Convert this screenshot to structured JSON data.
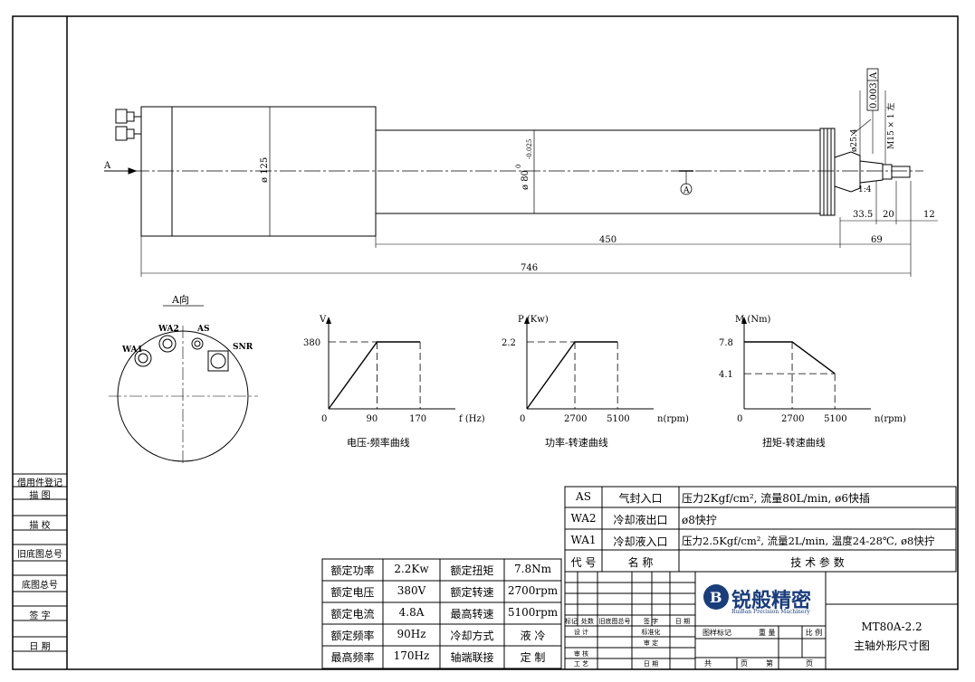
{
  "left_strip": {
    "items": [
      "借用件登记",
      "描 图",
      "描 校",
      "旧底图总号",
      "底图总号",
      "签 字",
      "日 期"
    ]
  },
  "drawing": {
    "view_arrow": "A",
    "dim_body_dia": "ø 125",
    "dim_tube_dia": "ø 80",
    "dim_tube_tol_top": "0",
    "dim_tube_tol_bot": "-0.025",
    "datum": "A",
    "dim_450": "450",
    "dim_746": "746",
    "dim_69": "69",
    "dim_33_5": "33.5",
    "dim_20": "20",
    "dim_12": "12",
    "dim_taper": "1:4",
    "dim_nose_dia": "ø25.4",
    "thread": "M15 × 1 左",
    "tolerance_value": "0.003",
    "tolerance_datum": "A"
  },
  "end_view": {
    "title": "A向",
    "labels": [
      "WA1",
      "WA2",
      "AS",
      "SNR"
    ]
  },
  "charts": [
    {
      "ylabel": "V",
      "xlabel": "f (Hz)",
      "yticks": [
        "380"
      ],
      "xticks": [
        "0",
        "90",
        "170"
      ],
      "caption": "电压-频率曲线"
    },
    {
      "ylabel": "P (Kw)",
      "xlabel": "n(rpm)",
      "yticks": [
        "2.2"
      ],
      "xticks": [
        "0",
        "2700",
        "5100"
      ],
      "caption": "功率-转速曲线"
    },
    {
      "ylabel": "M (Nm)",
      "xlabel": "n(rpm)",
      "yticks": [
        "7.8",
        "4.1"
      ],
      "xticks": [
        "0",
        "2700",
        "5100"
      ],
      "caption": "扭矩-转速曲线"
    }
  ],
  "chart_data": [
    {
      "type": "line",
      "x": [
        0,
        90,
        170
      ],
      "y": [
        0,
        380,
        380
      ],
      "xlabel": "f (Hz)",
      "ylabel": "V"
    },
    {
      "type": "line",
      "x": [
        0,
        2700,
        5100
      ],
      "y": [
        0,
        2.2,
        2.2
      ],
      "xlabel": "n(rpm)",
      "ylabel": "P (Kw)"
    },
    {
      "type": "line",
      "x": [
        0,
        2700,
        5100
      ],
      "y": [
        7.8,
        7.8,
        4.1
      ],
      "xlabel": "n(rpm)",
      "ylabel": "M (Nm)"
    }
  ],
  "spec_table": {
    "rows": [
      [
        "额定功率",
        "2.2Kw",
        "额定扭矩",
        "7.8Nm"
      ],
      [
        "额定电压",
        "380V",
        "额定转速",
        "2700rpm"
      ],
      [
        "额定电流",
        "4.8A",
        "最高转速",
        "5100rpm"
      ],
      [
        "额定频率",
        "90Hz",
        "冷却方式",
        "液 冷"
      ],
      [
        "最高频率",
        "170Hz",
        "轴端联接",
        "定 制"
      ]
    ]
  },
  "ports_table": {
    "rows": [
      [
        "AS",
        "气封入口",
        "压力2Kgf/cm², 流量80L/min, ø6快插"
      ],
      [
        "WA2",
        "冷却液出口",
        "ø8快拧"
      ],
      [
        "WA1",
        "冷却液入口",
        "压力2.5Kgf/cm², 流量2L/min, 温度24-28℃, ø8快拧"
      ]
    ],
    "header": [
      "代 号",
      "名 称",
      "技 术 参 数"
    ]
  },
  "title_block": {
    "company": "锐般精密",
    "company_en": "RuiBan Precision Machinery",
    "model": "MT80A-2.2",
    "drawing_name": "主轴外形尺寸图",
    "rev_headers": [
      "标记",
      "处数",
      "旧底图总号",
      "签 字",
      "日 期"
    ],
    "roles": [
      "设 计",
      "审 核",
      "工 艺"
    ],
    "roles2": [
      "标准化",
      "审 定",
      "日 期"
    ],
    "chart_mark": "图样标记",
    "weight": "重 量",
    "scale": "比 例",
    "sheet_total": "共",
    "page": "页",
    "sheet_no": "第",
    "page2": "页"
  },
  "colors": {
    "ink": "#000000",
    "logo_blue": "#1a3d7c"
  }
}
